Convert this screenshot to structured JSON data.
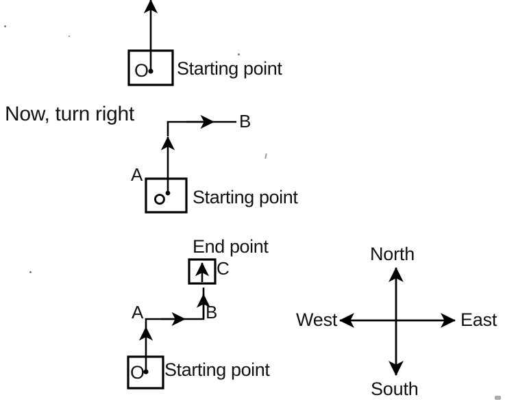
{
  "document": {
    "type": "direction-sense-diagram",
    "description": "Hand-drawn style direction and movement diagram showing a path from a starting point, turning right, and reaching an end point, with a compass rose.",
    "ink_color": "#000000",
    "background_color": "#ffffff"
  },
  "instruction": {
    "text": "Now, turn right"
  },
  "figures": [
    {
      "id": "figure-1",
      "name": "initial-move-north",
      "labels": {
        "origin": "O",
        "caption": "Starting point"
      },
      "path": "Straight arrow moving upward (north) from starting point O"
    },
    {
      "id": "figure-2",
      "name": "turn-right-to-b",
      "labels": {
        "origin": "o",
        "caption": "Starting point",
        "node_a": "A",
        "node_b": "B"
      },
      "path": "Up from starting point to A, then right (east) to B"
    },
    {
      "id": "figure-3",
      "name": "full-path-to-end-point",
      "labels": {
        "origin": "O",
        "caption": "Starting point",
        "node_a": "A",
        "node_b": "B",
        "node_c": "C",
        "end_caption": "End point"
      },
      "path": "Up from O to A, right to B, then up to C which is the end point"
    }
  ],
  "compass": {
    "name": "compass-rose",
    "north": "North",
    "south": "South",
    "east": "East",
    "west": "West"
  }
}
